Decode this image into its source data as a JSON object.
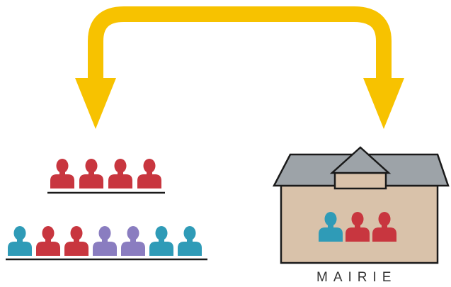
{
  "diagram": {
    "building_label": "MAIRIE",
    "colors": {
      "arrow": "#F7C200",
      "red": "#C8363F",
      "teal": "#2F9BB7",
      "purple": "#8A7DC0",
      "roof": "#9DA3A8",
      "wall": "#D9C2AA",
      "outline": "#1a1a1a"
    },
    "icons": {
      "arrow": "double-headed-curved-arrow-icon",
      "person": "person-silhouette-icon",
      "building": "town-hall-building-icon"
    },
    "top_row": {
      "people": [
        "red",
        "red",
        "red",
        "red"
      ]
    },
    "bottom_row": {
      "people": [
        "teal",
        "red",
        "red",
        "purple",
        "purple",
        "teal",
        "teal"
      ]
    },
    "building_people": [
      "teal",
      "red",
      "red"
    ]
  }
}
